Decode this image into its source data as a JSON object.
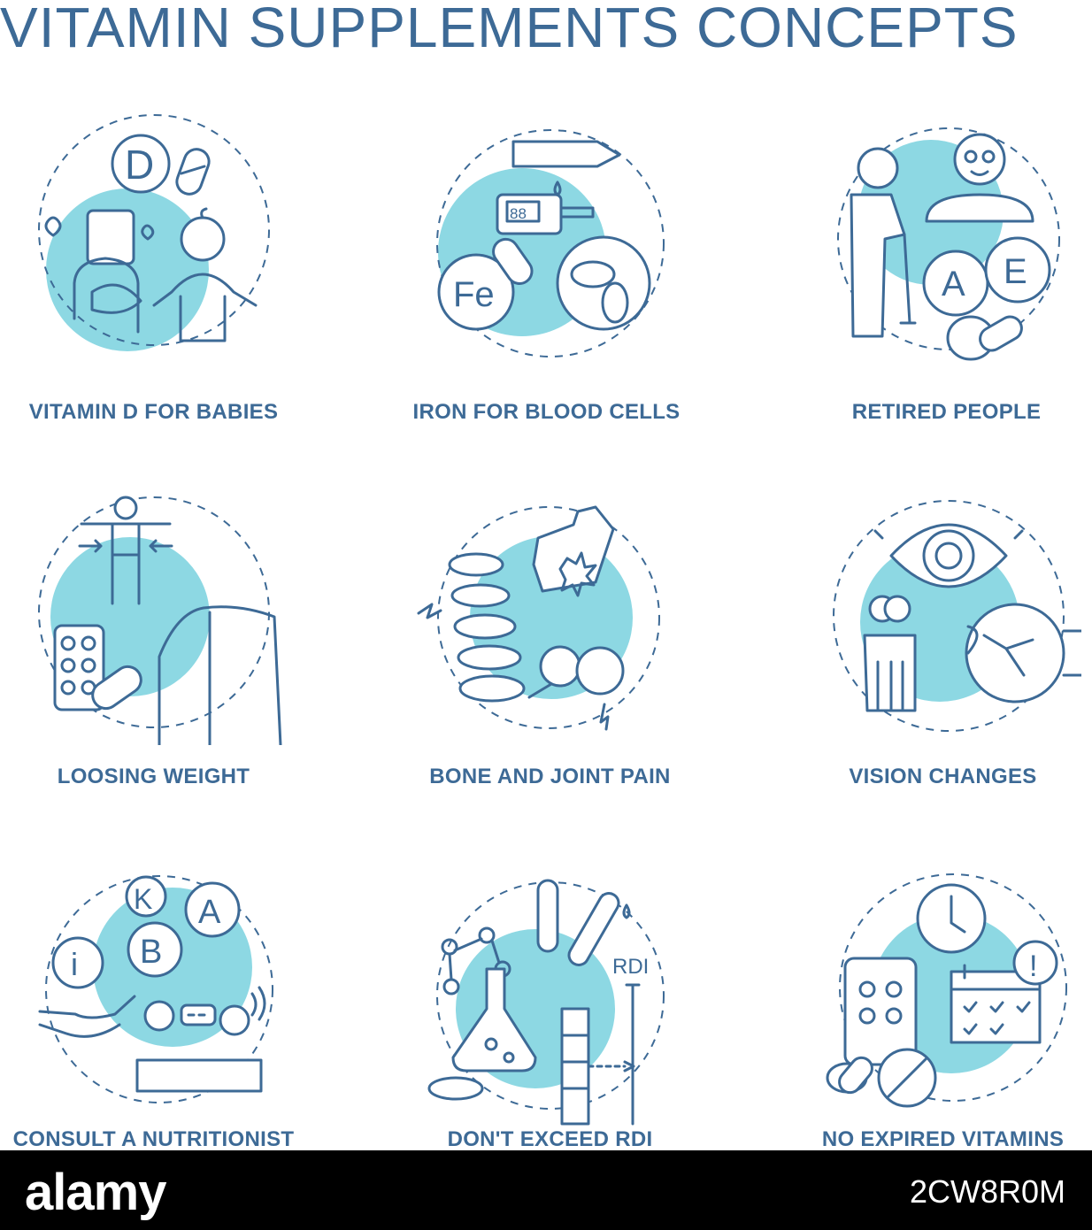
{
  "title": "VITAMIN SUPPLEMENTS CONCEPTS",
  "colors": {
    "accent": "#3d6a96",
    "fill": "#8dd8e3",
    "background": "#ffffff",
    "footer": "#000000"
  },
  "concepts": [
    {
      "label": "VITAMIN D FOR BABIES",
      "icon": "mother-baby-vitamin-d-icon",
      "letters": [
        "D"
      ]
    },
    {
      "label": "IRON FOR BLOOD CELLS",
      "icon": "glucometer-blood-cells-icon",
      "letters": [
        "Fe",
        "88"
      ]
    },
    {
      "label": "RETIRED PEOPLE",
      "icon": "elderly-man-cane-icon",
      "letters": [
        "A",
        "E"
      ]
    },
    {
      "label": "LOOSING WEIGHT",
      "icon": "body-slimming-pills-icon",
      "letters": []
    },
    {
      "label": "BONE AND JOINT PAIN",
      "icon": "spine-joint-pain-icon",
      "letters": []
    },
    {
      "label": "VISION CHANGES",
      "icon": "eye-vision-icon",
      "letters": []
    },
    {
      "label": "CONSULT A NUTRITIONIST",
      "icon": "nutritionist-consultation-icon",
      "letters": [
        "K",
        "B",
        "A",
        "i"
      ]
    },
    {
      "label": "DON'T EXCEED RDI",
      "icon": "lab-flask-rdi-icon",
      "letters": [
        "RDI"
      ]
    },
    {
      "label": "NO EXPIRED VITAMINS",
      "icon": "clock-calendar-expired-icon",
      "letters": [
        "!"
      ]
    }
  ],
  "footer": {
    "logo": "alamy",
    "image_id": "2CW8R0M"
  }
}
